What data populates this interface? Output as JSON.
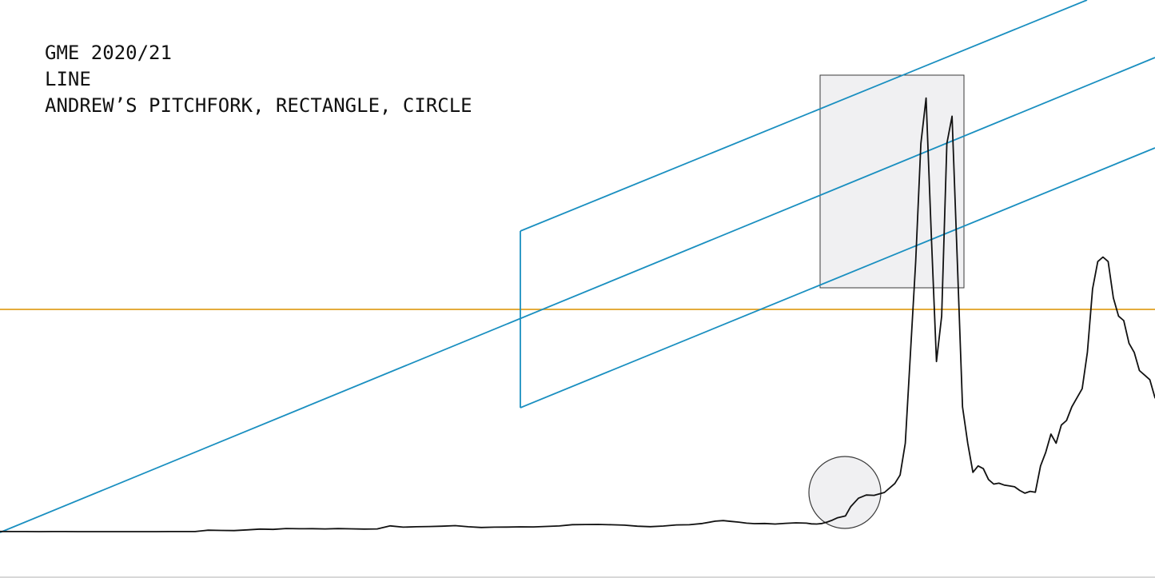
{
  "title_lines": [
    "GME 2020/21",
    "LINE",
    "ANDREW’S PITCHFORK, RECTANGLE, CIRCLE"
  ],
  "colors": {
    "price_line": "#111111",
    "pitchfork": "#1a8fc0",
    "horizontal_line": "#e0a020",
    "drawing_fill": "#f0f0f2",
    "drawing_stroke": "#3a3a3a"
  },
  "chart_data": {
    "type": "line",
    "x": [
      0,
      5,
      10,
      15,
      20,
      25,
      30,
      35,
      40,
      45,
      50,
      55,
      60,
      65,
      70,
      75,
      80,
      85,
      90,
      95,
      100,
      105,
      110,
      115,
      120,
      125,
      130,
      135,
      140,
      145,
      150,
      155,
      160,
      165,
      170,
      175,
      180,
      185,
      190,
      195,
      200,
      205,
      210,
      215,
      220,
      225,
      230,
      235,
      240,
      245,
      250,
      255,
      260,
      265,
      270,
      275,
      278,
      281,
      284,
      287,
      290,
      294,
      298,
      302,
      306,
      310,
      312,
      314,
      316,
      318,
      320,
      322,
      325,
      327,
      330,
      333,
      336,
      340,
      344,
      346,
      348,
      350,
      352,
      354,
      356,
      358,
      360,
      362,
      364,
      366,
      368,
      370,
      372,
      374,
      376,
      378,
      380,
      382,
      384,
      386,
      388,
      390,
      392,
      394,
      396,
      398,
      400,
      402,
      404,
      406,
      408,
      410,
      412,
      414,
      416,
      418,
      420,
      422,
      424,
      426,
      428,
      430,
      432,
      434,
      436,
      438,
      440,
      442,
      444
    ],
    "y": [
      2.8,
      2.75,
      2.7,
      2.68,
      2.7,
      2.72,
      2.68,
      2.65,
      2.62,
      2.6,
      2.62,
      2.65,
      2.68,
      2.7,
      2.72,
      2.75,
      4.2,
      4.0,
      3.8,
      4.6,
      5.5,
      5.1,
      6.1,
      5.8,
      5.9,
      5.6,
      6.0,
      5.7,
      5.5,
      5.6,
      9.0,
      7.6,
      8.0,
      8.3,
      8.6,
      9.2,
      8.0,
      7.2,
      7.6,
      7.7,
      7.9,
      7.8,
      8.4,
      8.9,
      10.3,
      10.5,
      10.6,
      10.2,
      9.8,
      8.6,
      8.1,
      8.8,
      10.0,
      10.2,
      11.6,
      14.2,
      14.8,
      13.9,
      13.1,
      12.0,
      11.4,
      11.6,
      11.0,
      11.8,
      12.3,
      12.0,
      11.2,
      11.0,
      11.6,
      13.2,
      15.3,
      18.0,
      19.9,
      30.0,
      39.4,
      43.0,
      42.6,
      45.8,
      55.6,
      65.0,
      100.0,
      200.0,
      300.0,
      430.0,
      480.0,
      330.0,
      190.0,
      240.0,
      430.0,
      460.0,
      300.0,
      140.0,
      100.0,
      68.0,
      75.0,
      72.0,
      60.0,
      55.0,
      56.0,
      54.0,
      53.0,
      52.0,
      48.0,
      45.0,
      47.0,
      46.0,
      75.0,
      90.0,
      110.0,
      100.0,
      120.0,
      125.0,
      140.0,
      150.0,
      160.0,
      200.0,
      270.0,
      300.0,
      305.0,
      300.0,
      260.0,
      240.0,
      235.0,
      210.0,
      200.0,
      180.0,
      175.0,
      170.0,
      150.0,
      160.0,
      155.0,
      170.0,
      165.0,
      160.0
    ],
    "x_range": [
      0,
      444
    ],
    "y_range": [
      0,
      500
    ],
    "title": "",
    "xlabel": "",
    "ylabel": "",
    "grid": false,
    "legend": "none"
  }
}
